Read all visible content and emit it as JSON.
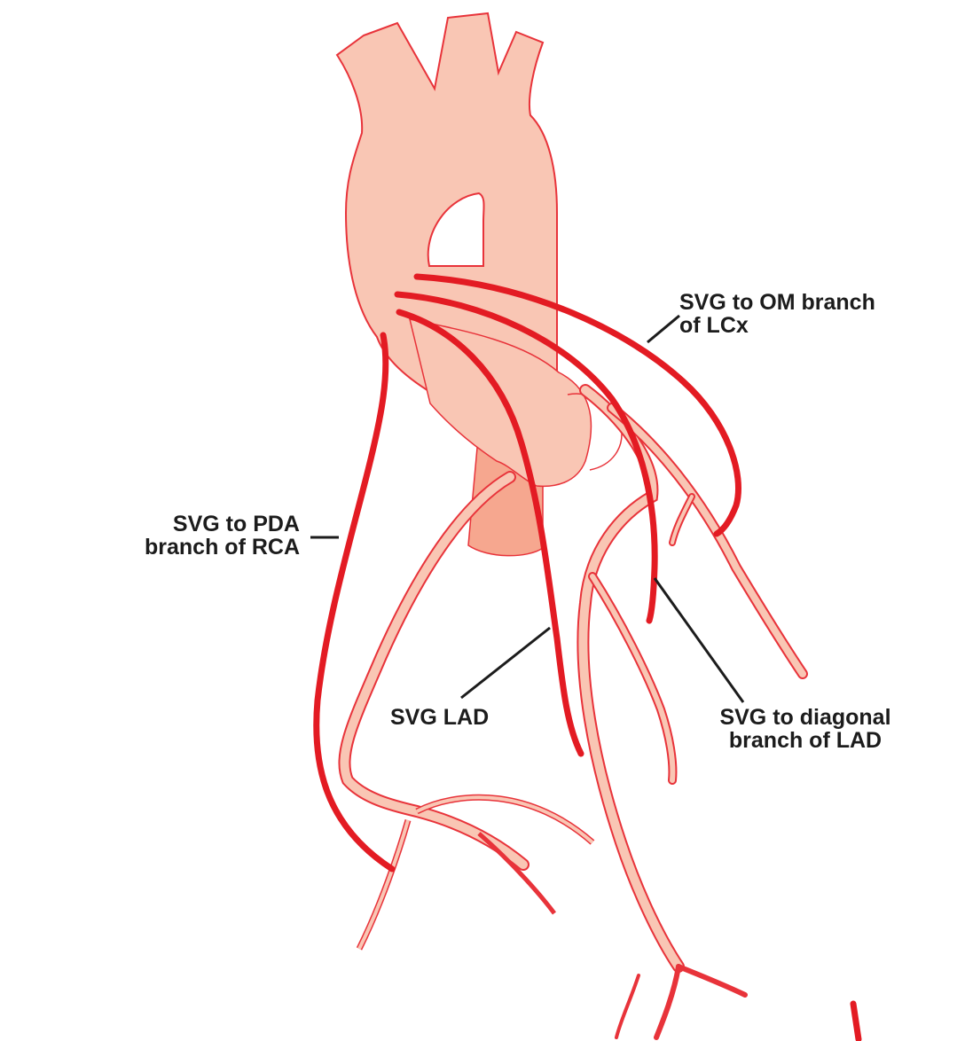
{
  "labels": {
    "om": {
      "line1": "SVG to OM branch",
      "line2": "of LCx"
    },
    "pda": {
      "line1": "SVG to PDA",
      "line2": "branch of RCA"
    },
    "lad": {
      "line1": "SVG LAD"
    },
    "diagonal": {
      "line1": "SVG to diagonal",
      "line2": "branch of LAD"
    }
  },
  "colors": {
    "graft": "#e31b23",
    "vessel_fill": "#f9c6b4",
    "vessel_stroke": "#e8333a",
    "leader": "#1c1c1c",
    "background": "#ffffff"
  }
}
